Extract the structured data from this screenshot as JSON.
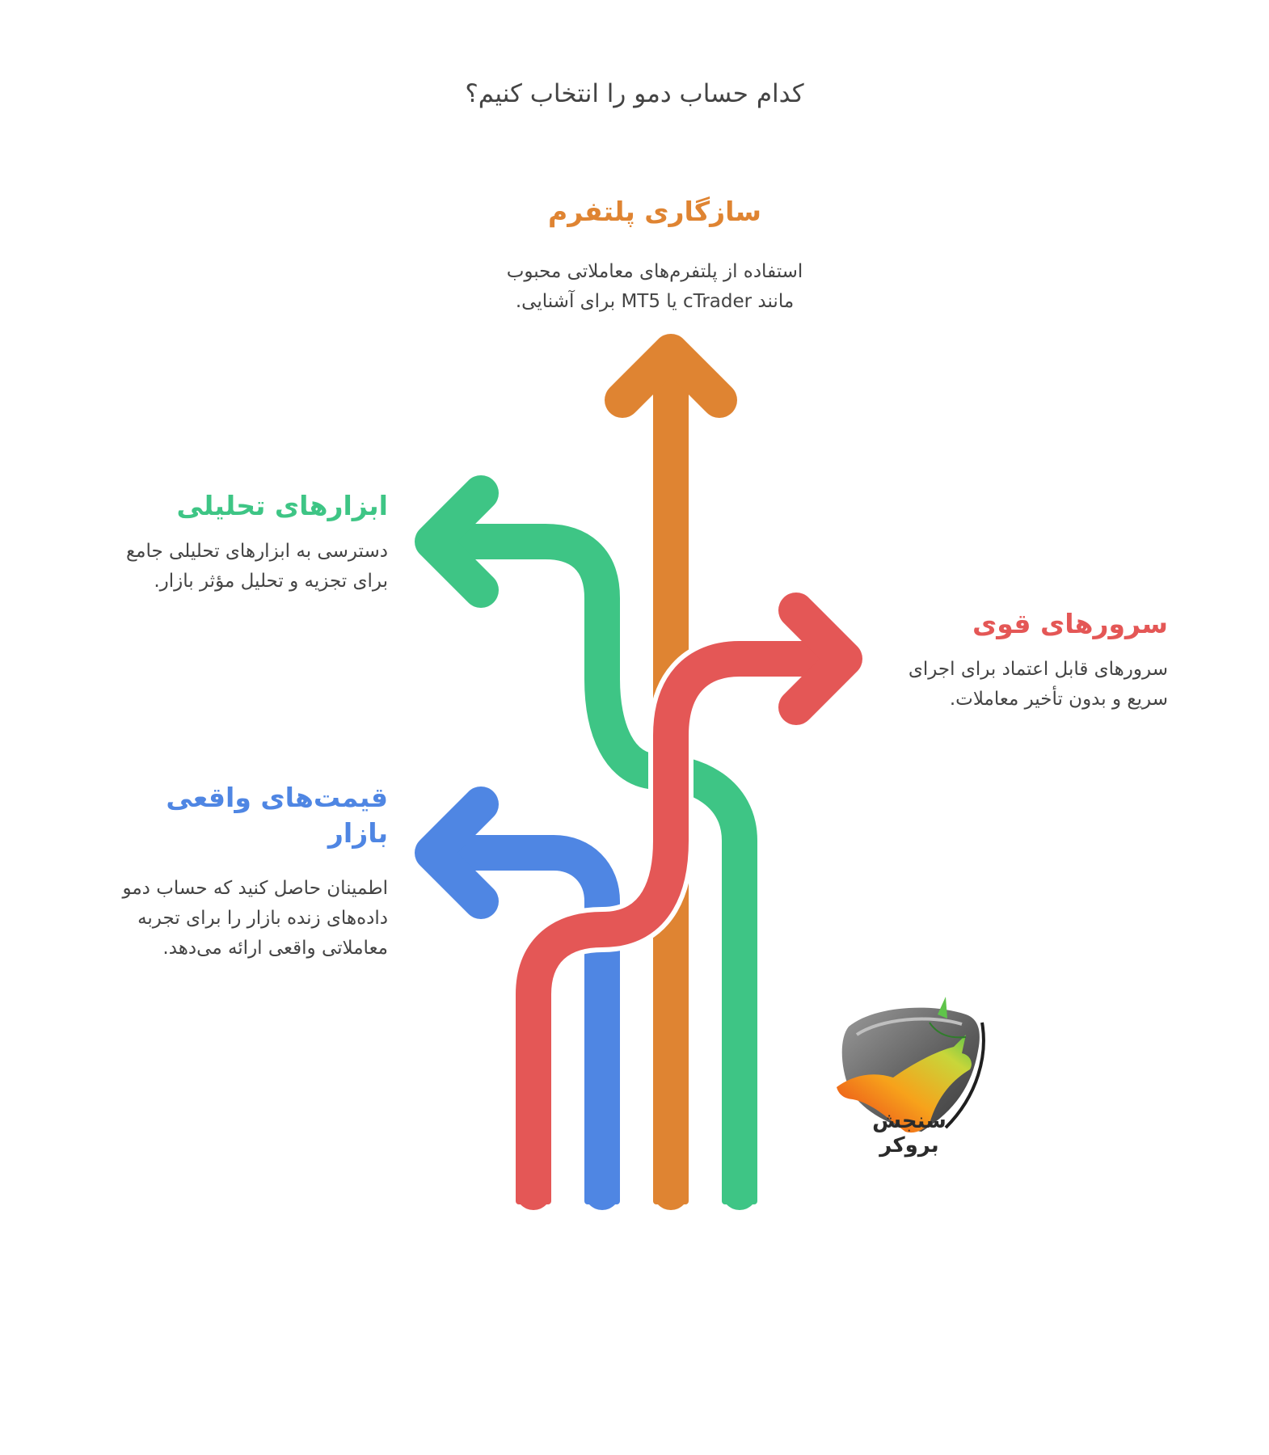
{
  "title": "کدام حساب دمو را انتخاب کنیم؟",
  "colors": {
    "platform": "#DF8432",
    "tools": "#3EC585",
    "servers": "#E45756",
    "prices": "#4F86E3",
    "body_text": "#444444"
  },
  "items": {
    "platform": {
      "heading": "سازگاری پلتفرم",
      "line1": "استفاده از پلتفرم‌های معاملاتی محبوب",
      "line2": "مانند cTrader یا MT5 برای آشنایی.",
      "arrow_direction": "up"
    },
    "tools": {
      "heading": "ابزارهای تحلیلی",
      "line1": "دسترسی به ابزارهای تحلیلی جامع",
      "line2": "برای تجزیه و تحلیل مؤثر بازار.",
      "arrow_direction": "left"
    },
    "servers": {
      "heading": "سرورهای قوی",
      "line1": "سرورهای قابل اعتماد برای اجرای",
      "line2": "سریع و بدون تأخیر معاملات.",
      "arrow_direction": "right"
    },
    "prices": {
      "heading": "قیمت‌های واقعی بازار",
      "line1": "اطمینان حاصل کنید که حساب دمو",
      "line2": "داده‌های زنده بازار را برای تجربه",
      "line3": "معاملاتی واقعی ارائه می‌دهد.",
      "arrow_direction": "left"
    }
  },
  "logo": {
    "text": "سنجش بروکر",
    "icon": "bull-bear-shield-logo"
  }
}
